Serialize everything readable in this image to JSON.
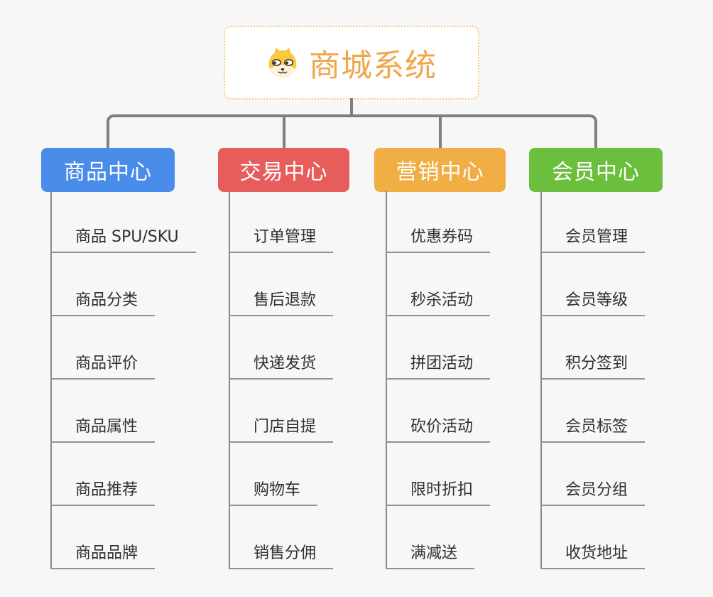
{
  "root": {
    "title": "商城系统",
    "icon": "shiba-dog-icon",
    "title_color": "#F0A64C",
    "border_color": "#F6C87E"
  },
  "colors": {
    "background": "#F7F7F7",
    "connector": "#7F7F7F",
    "leaf_underline": "#919191"
  },
  "branches": [
    {
      "label": "商品中心",
      "color": "#4A8CEA",
      "children": [
        "商品 SPU/SKU",
        "商品分类",
        "商品评价",
        "商品属性",
        "商品推荐",
        "商品品牌"
      ]
    },
    {
      "label": "交易中心",
      "color": "#E75D5B",
      "children": [
        "订单管理",
        "售后退款",
        "快递发货",
        "门店自提",
        "购物车",
        "销售分佣"
      ]
    },
    {
      "label": "营销中心",
      "color": "#F0AE44",
      "children": [
        "优惠券码",
        "秒杀活动",
        "拼团活动",
        "砍价活动",
        "限时折扣",
        "满减送"
      ]
    },
    {
      "label": "会员中心",
      "color": "#6CBE3D",
      "children": [
        "会员管理",
        "会员等级",
        "积分签到",
        "会员标签",
        "会员分组",
        "收货地址"
      ]
    }
  ]
}
